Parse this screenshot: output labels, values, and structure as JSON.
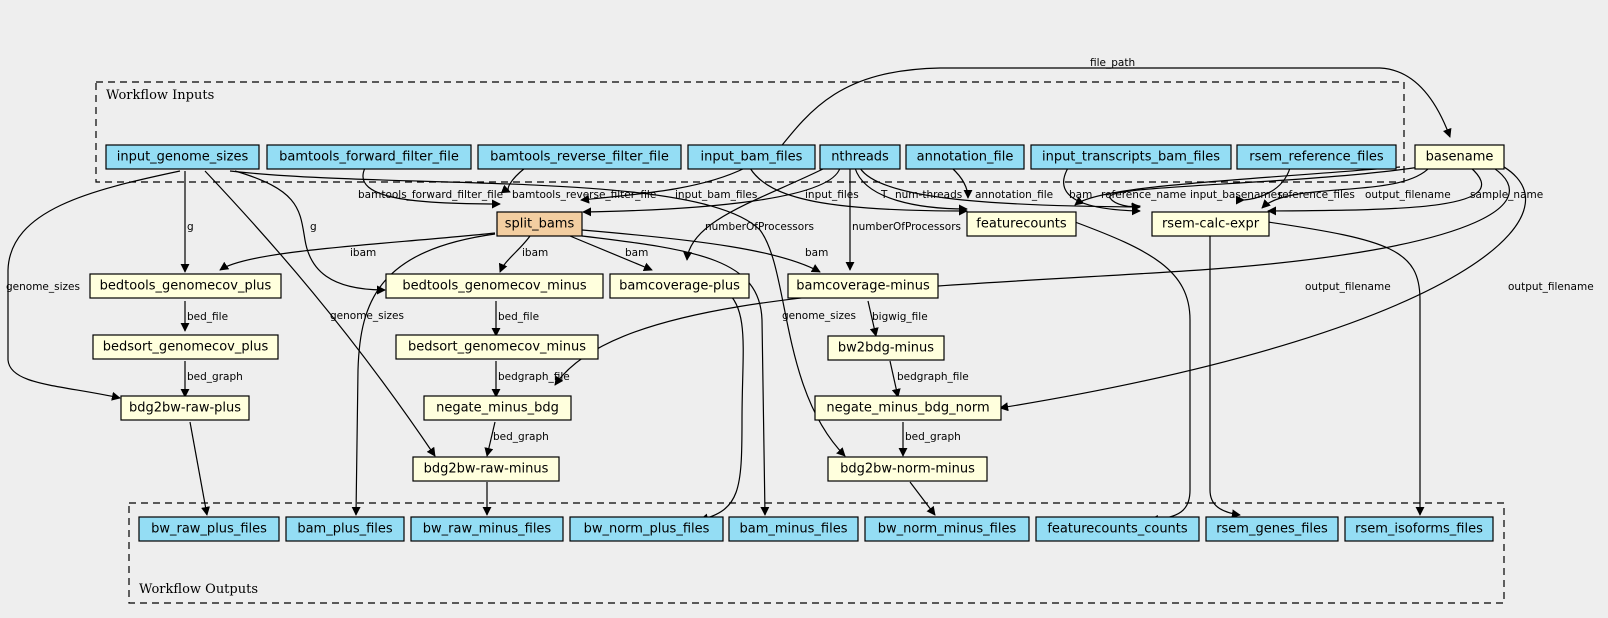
{
  "clusters": {
    "inputs_label": "Workflow Inputs",
    "outputs_label": "Workflow Outputs"
  },
  "nodes": {
    "input_genome_sizes": "input_genome_sizes",
    "bamtools_forward_filter_file": "bamtools_forward_filter_file",
    "bamtools_reverse_filter_file": "bamtools_reverse_filter_file",
    "input_bam_files": "input_bam_files",
    "nthreads": "nthreads",
    "annotation_file": "annotation_file",
    "input_transcripts_bam_files": "input_transcripts_bam_files",
    "rsem_reference_files": "rsem_reference_files",
    "basename": "basename",
    "split_bams": "split_bams",
    "featurecounts": "featurecounts",
    "rsem_calc_expr": "rsem-calc-expr",
    "bedtools_genomecov_plus": "bedtools_genomecov_plus",
    "bedtools_genomecov_minus": "bedtools_genomecov_minus",
    "bamcoverage_plus": "bamcoverage-plus",
    "bamcoverage_minus": "bamcoverage-minus",
    "bedsort_genomecov_plus": "bedsort_genomecov_plus",
    "bedsort_genomecov_minus": "bedsort_genomecov_minus",
    "bw2bdg_minus": "bw2bdg-minus",
    "bdg2bw_raw_plus": "bdg2bw-raw-plus",
    "negate_minus_bdg": "negate_minus_bdg",
    "negate_minus_bdg_norm": "negate_minus_bdg_norm",
    "bdg2bw_raw_minus": "bdg2bw-raw-minus",
    "bdg2bw_norm_minus": "bdg2bw-norm-minus",
    "bw_raw_plus_files": "bw_raw_plus_files",
    "bam_plus_files": "bam_plus_files",
    "bw_raw_minus_files": "bw_raw_minus_files",
    "bw_norm_plus_files": "bw_norm_plus_files",
    "bam_minus_files": "bam_minus_files",
    "bw_norm_minus_files": "bw_norm_minus_files",
    "featurecounts_counts": "featurecounts_counts",
    "rsem_genes_files": "rsem_genes_files",
    "rsem_isoforms_files": "rsem_isoforms_files"
  },
  "edge_labels": {
    "file_path": "file_path",
    "g": "g",
    "genome_sizes": "genome_sizes",
    "bamtools_forward_filter_file": "bamtools_forward_filter_file",
    "bamtools_reverse_filter_file": "bamtools_reverse_filter_file",
    "input_bam_files": "input_bam_files",
    "input_files": "input_files",
    "T": "T",
    "num_threads": "num-threads",
    "annotation_file": "annotation_file",
    "bam": "bam",
    "reference_name": "reference_name",
    "input_basenames": "input_basenames",
    "reference_files": "reference_files",
    "output_filename": "output_filename",
    "sample_name": "sample_name",
    "numberOfProcessors": "numberOfProcessors",
    "ibam": "ibam",
    "bed_file": "bed_file",
    "bed_graph": "bed_graph",
    "bedgraph_file": "bedgraph_file",
    "bigwig_file": "bigwig_file"
  }
}
